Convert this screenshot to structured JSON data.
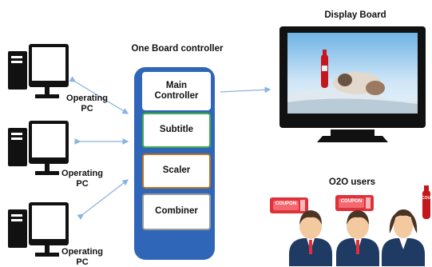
{
  "labels": {
    "display_board": "Display Board",
    "controller": "One Board controller",
    "o2o_users": "O2O users",
    "operating_pc_1_line1": "Operating",
    "operating_pc_1_line2": "PC",
    "operating_pc_2_line1": "Operating",
    "operating_pc_2_line2": "PC",
    "operating_pc_3_line1": "Operating",
    "operating_pc_3_line2": "PC"
  },
  "modules": {
    "main_line1": "Main",
    "main_line2": "Controller",
    "subtitle": "Subtitle",
    "scaler": "Scaler",
    "combiner": "Combiner"
  },
  "coupons": [
    "COUPON",
    "COUPON",
    "COUPON"
  ],
  "colors": {
    "controller_blue": "#2f66b8",
    "subtitle_border": "#3fae49",
    "scaler_border": "#c0701f",
    "combiner_border": "#9a9a9a",
    "arrow": "#8ab4e0",
    "coupon_red": "#e0303a",
    "suit_navy": "#1f3a63",
    "hair": "#4a3423",
    "skin": "#f3c9a0"
  }
}
